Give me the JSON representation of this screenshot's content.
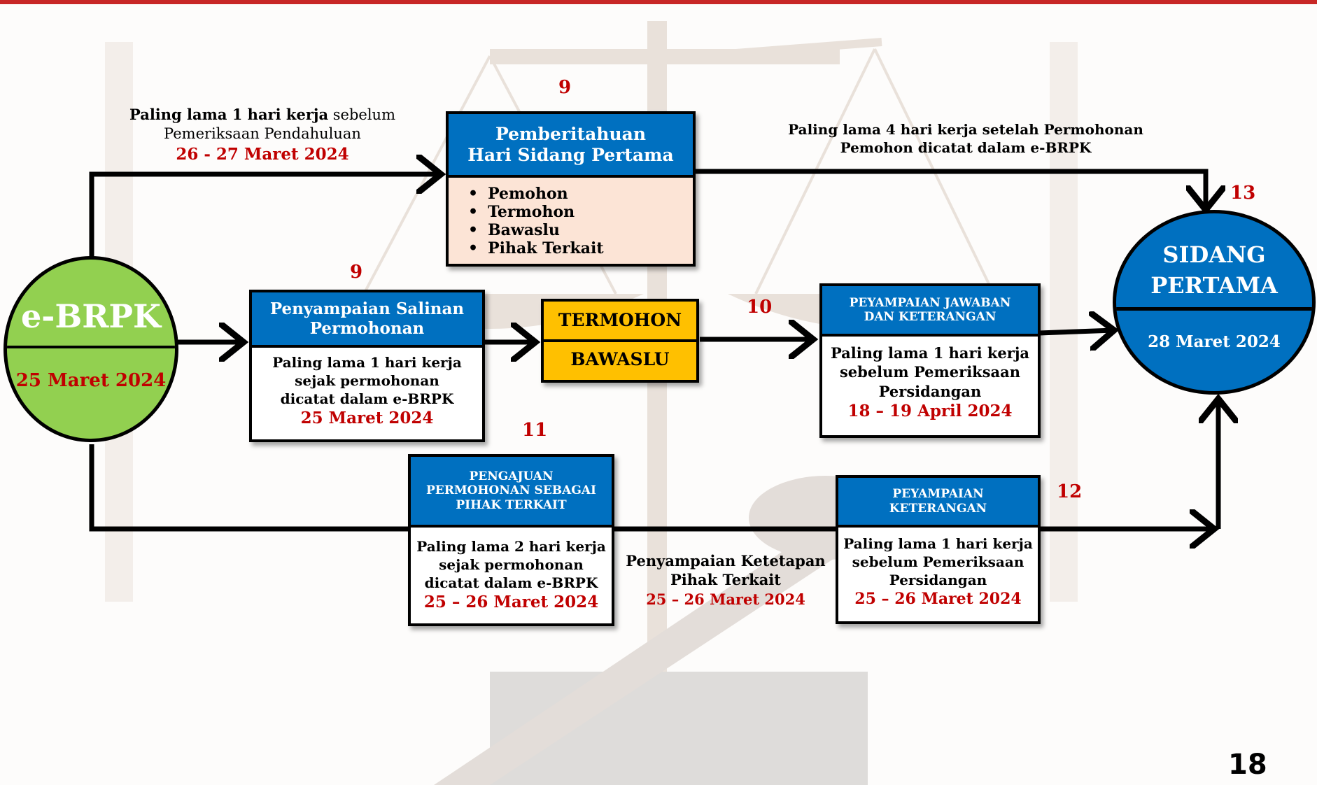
{
  "page_number": "18",
  "colors": {
    "accent_red": "#c00000",
    "header_blue": "#0070c0",
    "start_green": "#92d050",
    "end_blue": "#0070c0",
    "party_orange": "#ffc000",
    "pink_fill": "#fce4d6"
  },
  "icons": {
    "background": "scales-of-justice-and-gavel-image"
  },
  "start": {
    "title": "e-BRPK",
    "date": "25 Maret 2024"
  },
  "end": {
    "line1": "SIDANG",
    "line2": "PERTAMA",
    "date": "28 Maret 2024",
    "step": "13"
  },
  "top_left_note": {
    "bold": "Paling lama 1 hari kerja",
    "rest": " sebelum",
    "line2": "Pemeriksaan Pendahuluan",
    "date": "26 - 27 Maret 2024"
  },
  "top_right_note": {
    "line1": "Paling lama 4 hari kerja  setelah Permohonan",
    "line2": "Pemohon dicatat dalam e-BRPK"
  },
  "pemberitahuan": {
    "step": "9",
    "title_line1": "Pemberitahuan",
    "title_line2": "Hari Sidang Pertama",
    "items": [
      "Pemohon",
      "Termohon",
      "Bawaslu",
      "Pihak Terkait"
    ]
  },
  "salinan": {
    "step": "9",
    "title_line1": "Penyampaian Salinan",
    "title_line2": "Permohonan",
    "body": [
      "Paling lama 1 hari kerja",
      "sejak permohonan",
      "dicatat dalam e-BRPK"
    ],
    "date": "25 Maret 2024"
  },
  "parties": {
    "termohon": "TERMOHON",
    "bawaslu": "BAWASLU"
  },
  "jawaban": {
    "step": "10",
    "title_line1": "PEYAMPAIAN JAWABAN",
    "title_line2": "DAN KETERANGAN",
    "body": [
      "Paling lama 1 hari kerja",
      "sebelum Pemeriksaan",
      "Persidangan"
    ],
    "date": "18 – 19 April 2024"
  },
  "pengajuan": {
    "step": "11",
    "title_line1": "PENGAJUAN",
    "title_line2": "PERMOHONAN SEBAGAI",
    "title_line3": "PIHAK TERKAIT",
    "body": [
      "Paling lama 2 hari kerja",
      "sejak permohonan",
      "dicatat dalam e-BRPK"
    ],
    "date": "25 – 26 Maret 2024"
  },
  "ketetapan": {
    "line1": "Penyampaian Ketetapan",
    "line2": "Pihak Terkait",
    "date": "25 – 26 Maret 2024"
  },
  "keterangan": {
    "step": "12",
    "title_line1": "PEYAMPAIAN",
    "title_line2": "KETERANGAN",
    "body": [
      "Paling lama 1 hari kerja",
      "sebelum Pemeriksaan",
      "Persidangan"
    ],
    "date": "25 – 26 Maret 2024"
  }
}
